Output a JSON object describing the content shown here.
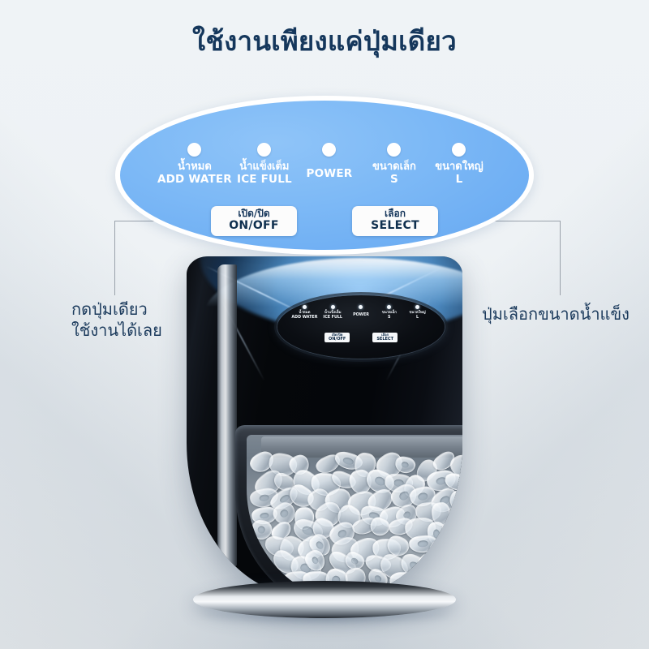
{
  "headline": "ใช้งานเพียงแค่ปุ่มเดียว",
  "panel": {
    "indicators": [
      {
        "th": "น้ำหมด",
        "en": "ADD WATER",
        "icon": "led-indicator-icon"
      },
      {
        "th": "น้ำแข็งเต็ม",
        "en": "ICE FULL",
        "icon": "led-indicator-icon"
      },
      {
        "th": "",
        "en": "POWER",
        "icon": "led-indicator-icon"
      },
      {
        "th": "ขนาดเล็ก",
        "en": "S",
        "icon": "led-indicator-icon"
      },
      {
        "th": "ขนาดใหญ่",
        "en": "L",
        "icon": "led-indicator-icon"
      }
    ],
    "buttons": [
      {
        "th": "เปิด/ปิด",
        "en": "ON/OFF"
      },
      {
        "th": "เลือก",
        "en": "SELECT"
      }
    ]
  },
  "annotations": {
    "left_line1": "กดปุ่มเดียว",
    "left_line2": "ใช้งานได้เลย",
    "right_line1": "ปุ่มเลือกขนาดน้ำแข็ง"
  },
  "colors": {
    "headline": "#15375c",
    "oval_fill": "#7db9f6",
    "oval_border": "#ffffff",
    "annotation_text": "#1b3a5c",
    "bracket_line": "#9aa2ab",
    "background_top": "#eef2f5",
    "background_bottom": "#e2e6e9",
    "button_face": "#fcfcfc",
    "led_dot": "#ffffff"
  }
}
